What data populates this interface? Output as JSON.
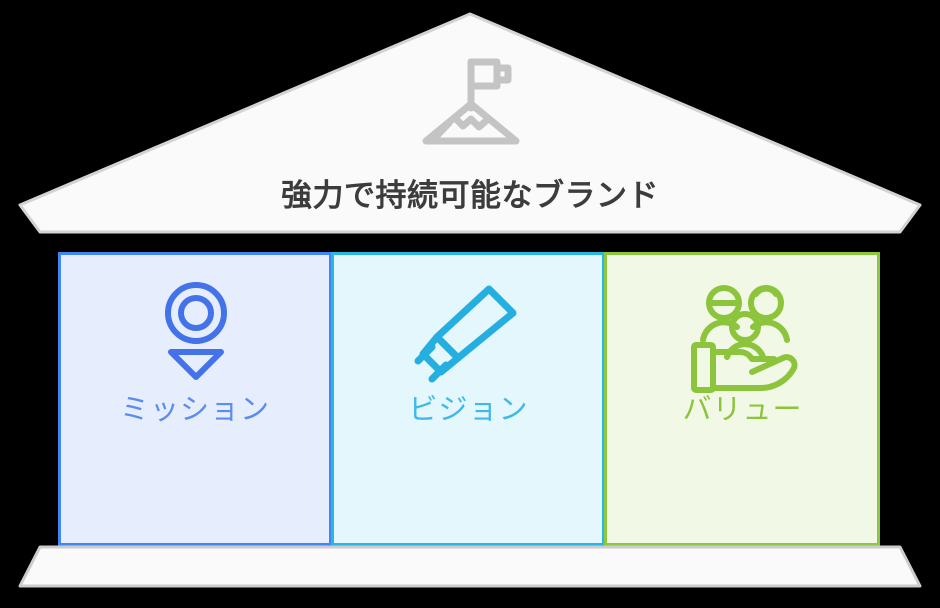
{
  "diagram": {
    "type": "house-framework",
    "roof": {
      "title": "強力で持続可能なブランド",
      "icon": "mountain-flag-icon",
      "icon_color": "#c4c4c4",
      "fill": "#fafafa",
      "stroke": "#d0d0d0"
    },
    "base": {
      "fill": "#fafafa",
      "stroke": "#cccccc"
    },
    "pillars": [
      {
        "label": "ミッション",
        "icon": "location-pin-target-icon",
        "fill": "#e6edfd",
        "stroke": "#4285f4",
        "text_color": "#5b8def",
        "icon_color": "#4472e8"
      },
      {
        "label": "ビジョン",
        "icon": "telescope-icon",
        "fill": "#e3f7fc",
        "stroke": "#29b6e5",
        "text_color": "#3fb9e8",
        "icon_color": "#25aee0"
      },
      {
        "label": "バリュー",
        "icon": "people-in-hand-icon",
        "fill": "#f1f8e5",
        "stroke": "#8dc63f",
        "text_color": "#8cc43c",
        "icon_color": "#8cc43c"
      }
    ],
    "background_color": "#000000"
  }
}
